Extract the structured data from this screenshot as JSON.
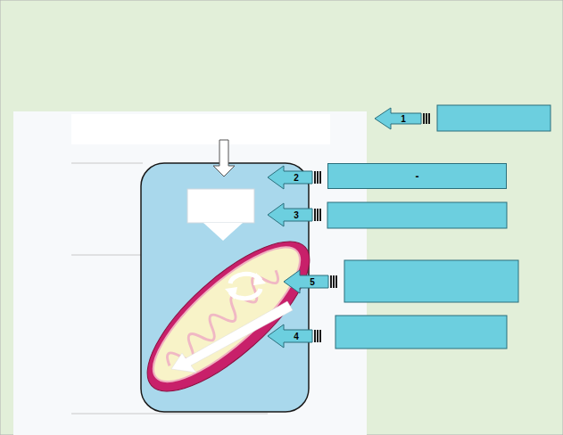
{
  "diagram": {
    "nodes": [
      {
        "text": [
          "-"
        ]
      }
    ],
    "labels": [
      "1",
      "2",
      "3",
      "5",
      "4"
    ]
  }
}
